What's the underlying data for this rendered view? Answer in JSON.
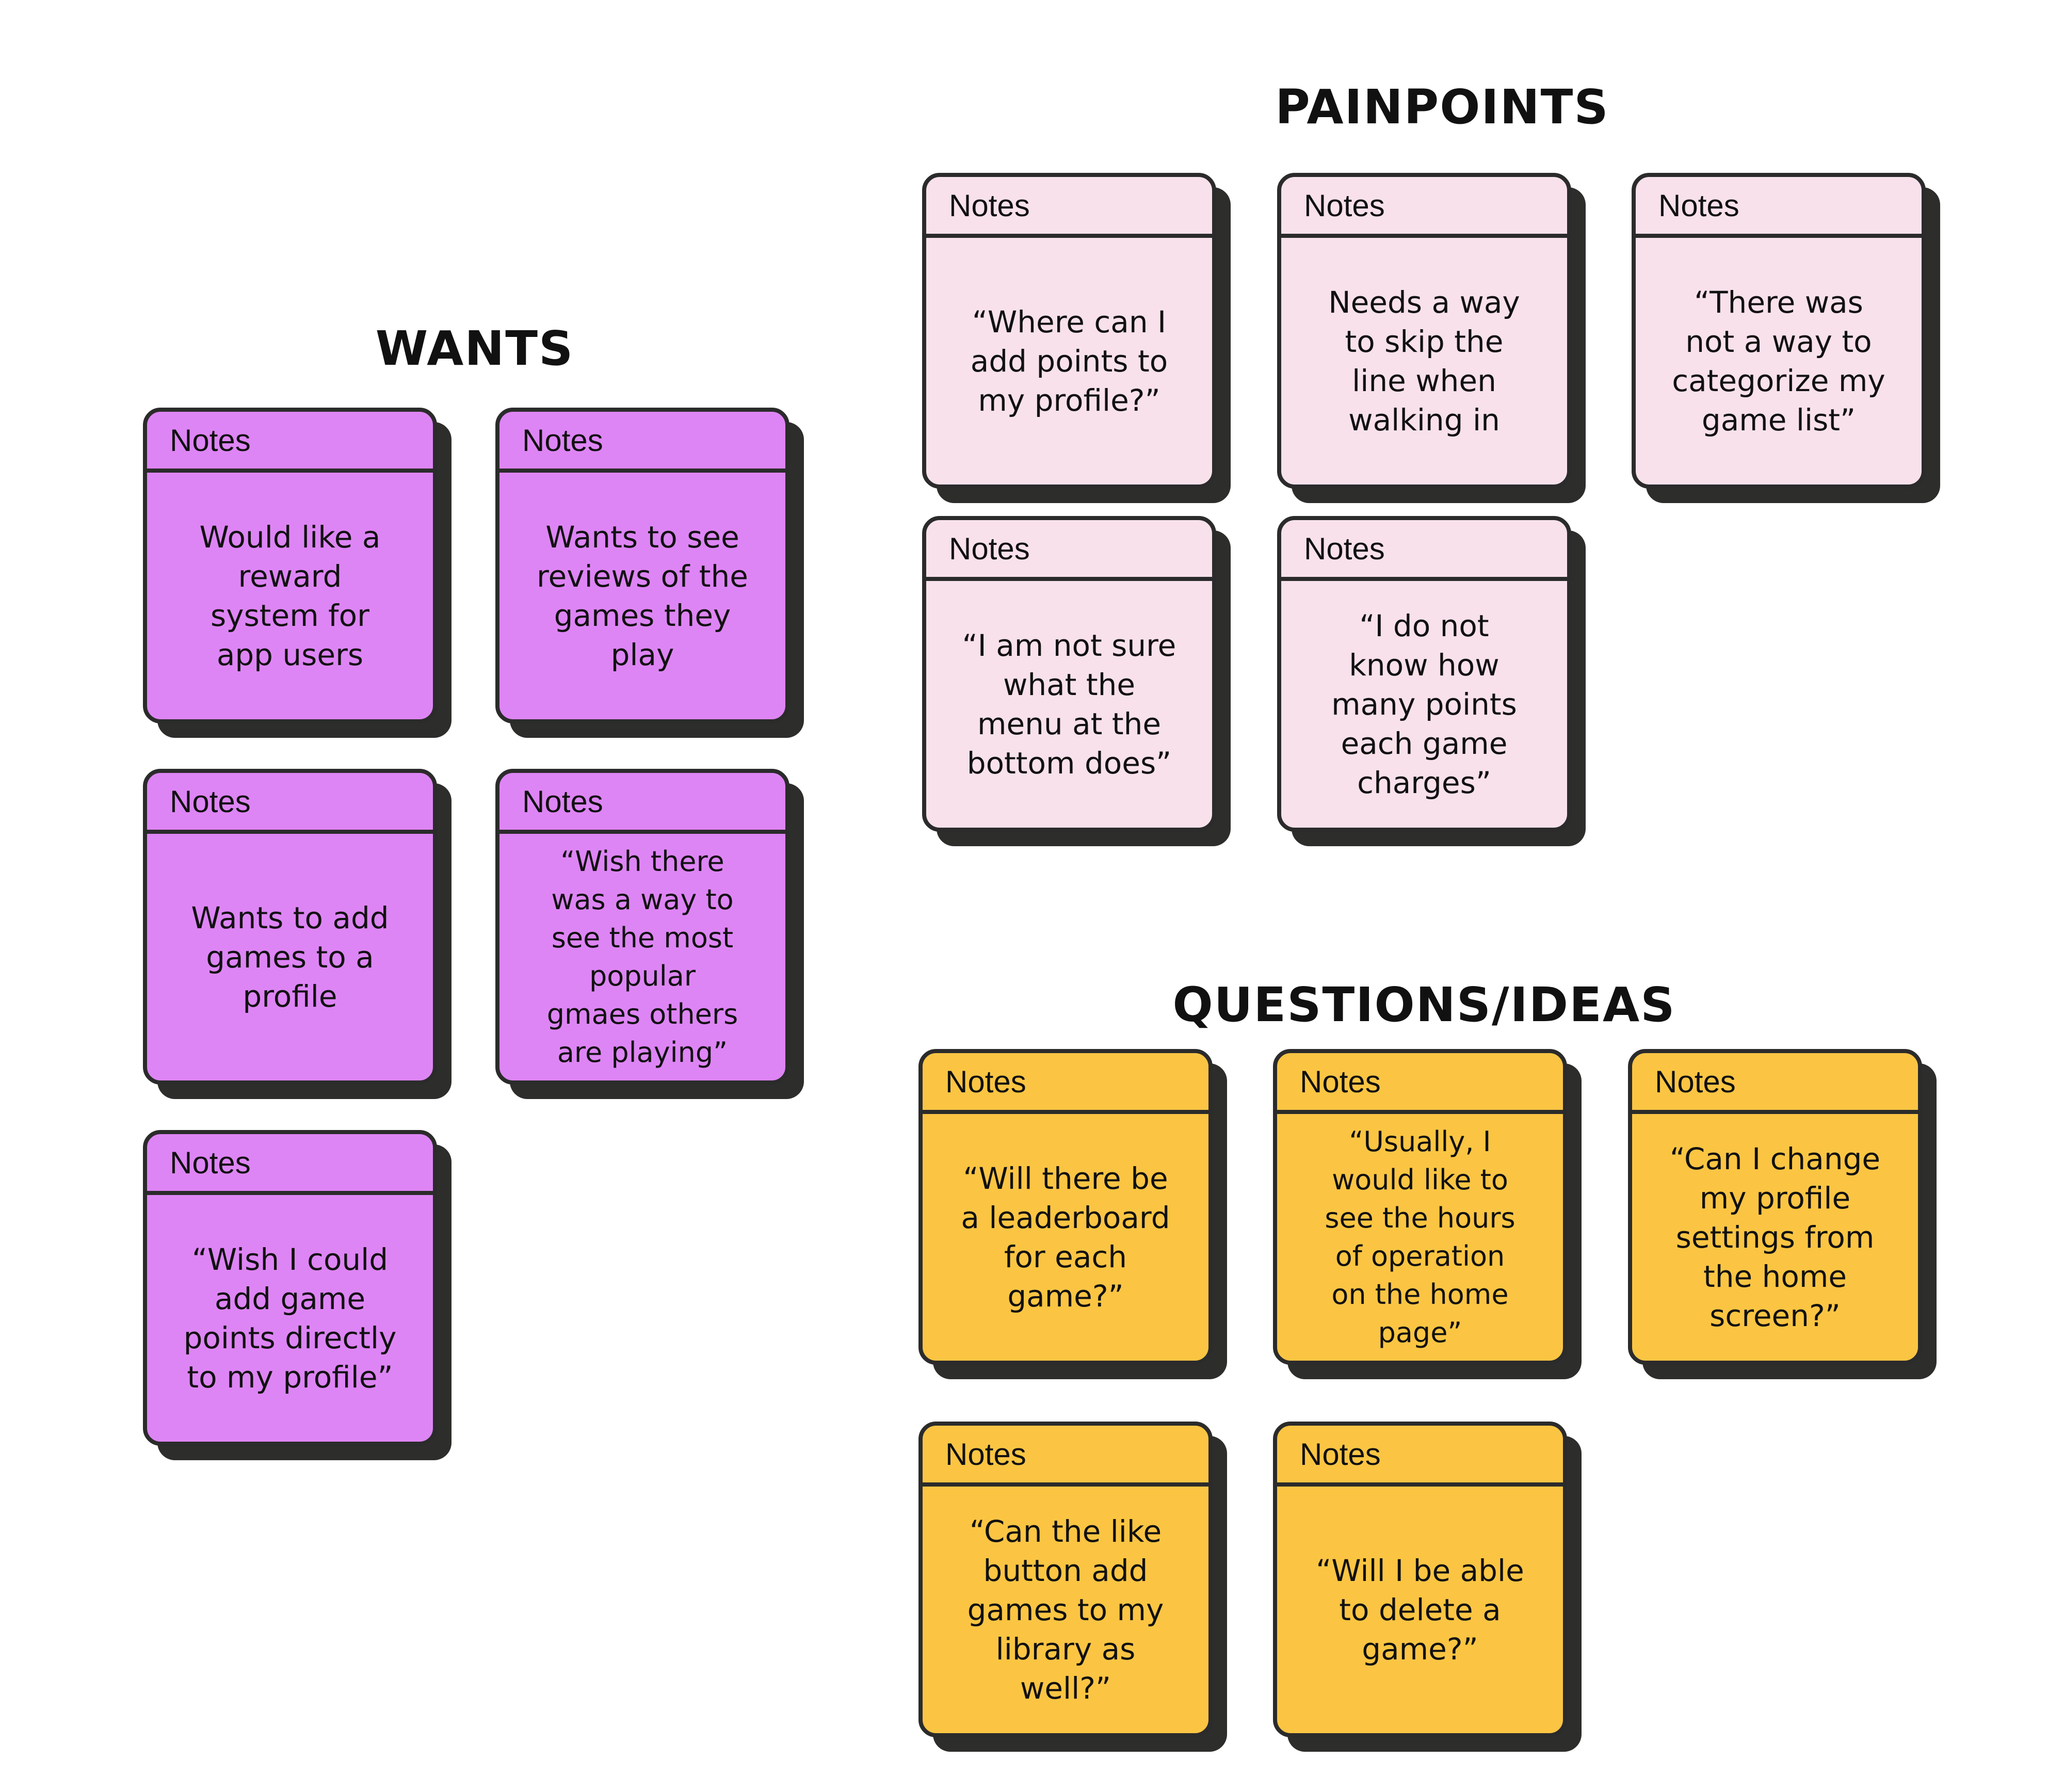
{
  "colors": {
    "wants": "#de85f5",
    "painpoints": "#f8e1eb",
    "questions": "#fbc543",
    "shadow": "#2d2d2b",
    "border": "#2b2b2b"
  },
  "wants": {
    "title": "WANTS",
    "notes": [
      {
        "header": "Notes",
        "text": "Would like a\nreward\nsystem for\napp users"
      },
      {
        "header": "Notes",
        "text": "Wants to see\nreviews of the\ngames they\nplay"
      },
      {
        "header": "Notes",
        "text": "Wants to add\ngames to a\nprofile"
      },
      {
        "header": "Notes",
        "text": "“Wish there\nwas a way to\nsee the most\npopular\ngmaes others\nare playing”"
      },
      {
        "header": "Notes",
        "text": "“Wish I could\nadd game\npoints directly\nto my profile”"
      }
    ]
  },
  "painpoints": {
    "title": "PAINPOINTS",
    "notes": [
      {
        "header": "Notes",
        "text": "“Where can I\nadd points to\nmy profile?”"
      },
      {
        "header": "Notes",
        "text": "Needs a way\nto skip the\nline when\nwalking in"
      },
      {
        "header": "Notes",
        "text": "“There was\nnot a way to\ncategorize my\ngame list”"
      },
      {
        "header": "Notes",
        "text": "“I am not sure\nwhat the\nmenu at the\nbottom does”"
      },
      {
        "header": "Notes",
        "text": "“I do not\nknow how\nmany points\neach game\ncharges”"
      }
    ]
  },
  "questions": {
    "title": "QUESTIONS/IDEAS",
    "notes": [
      {
        "header": "Notes",
        "text": "“Will there be\na leaderboard\nfor each\ngame?”"
      },
      {
        "header": "Notes",
        "text": "“Usually, I\nwould like to\nsee the hours\nof operation\non the home\npage”"
      },
      {
        "header": "Notes",
        "text": "“Can I change\nmy profile\nsettings from\nthe home\nscreen?”"
      },
      {
        "header": "Notes",
        "text": "“Can the like\nbutton add\ngames to my\nlibrary as\nwell?”"
      },
      {
        "header": "Notes",
        "text": "“Will I be able\nto delete a\ngame?”"
      }
    ]
  }
}
